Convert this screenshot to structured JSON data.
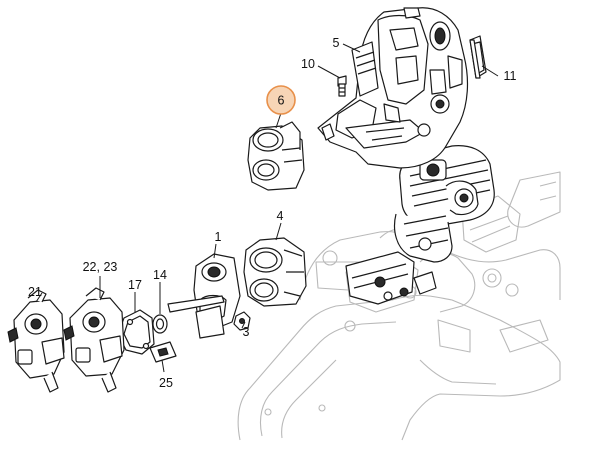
{
  "labels": {
    "part_1": "1",
    "part_3": "3",
    "part_4": "4",
    "part_5": "5",
    "part_6": "6",
    "part_10": "10",
    "part_11": "11",
    "part_14": "14",
    "part_17": "17",
    "part_21": "21",
    "part_22_23": "22, 23",
    "part_25": "25"
  },
  "highlight_color": "#f7d5b6",
  "highlight_stroke": "#e8904a"
}
